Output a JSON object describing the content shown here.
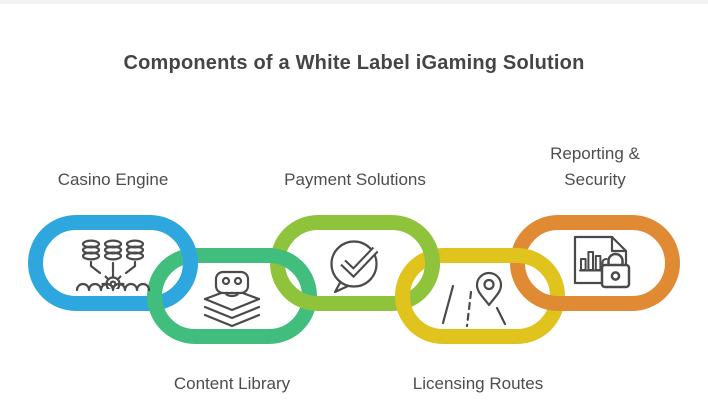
{
  "title": "Components of a White Label iGaming Solution",
  "colors": {
    "background": "#ffffff",
    "title_text": "#454545",
    "label_text": "#4d4d4d",
    "icon_stroke": "#4a4a4a"
  },
  "components": [
    {
      "label": "Casino Engine",
      "color": "#2ea7df",
      "icon": "coins-engine-icon",
      "label_position": "top",
      "row": "top"
    },
    {
      "label": "Content Library",
      "color": "#41be7e",
      "icon": "game-controller-layers-icon",
      "label_position": "bottom",
      "row": "bottom"
    },
    {
      "label": "Payment Solutions",
      "color": "#90c33c",
      "icon": "chat-checkmark-icon",
      "label_position": "top",
      "row": "top"
    },
    {
      "label": "Licensing Routes",
      "color": "#e0c31d",
      "icon": "road-location-pin-icon",
      "label_position": "bottom",
      "row": "bottom"
    },
    {
      "label": "Reporting & Security",
      "color": "#e18a34",
      "icon": "document-chart-lock-icon",
      "label_position": "top",
      "row": "top"
    }
  ]
}
